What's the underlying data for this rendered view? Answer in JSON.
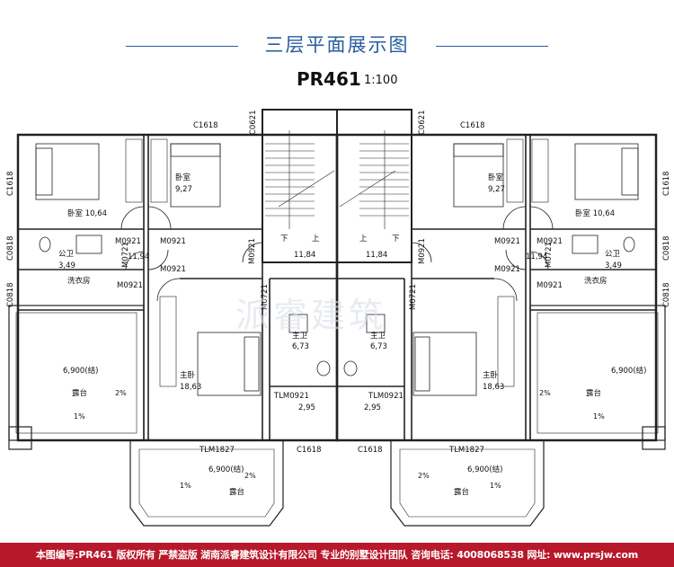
{
  "header": {
    "title": "三层平面展示图",
    "plan_code": "PR461",
    "scale": "1:100"
  },
  "watermark": "派睿建筑",
  "footer": {
    "text": "本图编号:PR461 版权所有 严禁盗版 湖南派睿建筑设计有限公司 专业的别墅设计团队 咨询电话: 4008068538 网址: www.prsjw.com"
  },
  "rooms": {
    "bedroom_a": "卧室 10,64",
    "bedroom_b": "卧室",
    "bedroom_b_area": "9,27",
    "bathroom_pub": "公卫",
    "bathroom_pub_area": "3,49",
    "hall_area": "11,94",
    "laundry": "洗衣房",
    "terrace_elev": "6,900(结)",
    "terrace": "露台",
    "master_bed": "主卧",
    "master_bed_area": "18,63",
    "master_bath": "主卫",
    "master_bath_area": "6,73",
    "closet_area": "2,95",
    "stair_area": "11,84",
    "stair_down": "下",
    "stair_up": "上",
    "slope": "1%",
    "slope2": "2%"
  },
  "doors": {
    "c1618": "C1618",
    "c0621": "C0621",
    "c0818": "C0818",
    "m0921": "M0921",
    "m0721": "M0721",
    "tlm0921": "TLM0921",
    "tlm1827": "TLM1827"
  }
}
